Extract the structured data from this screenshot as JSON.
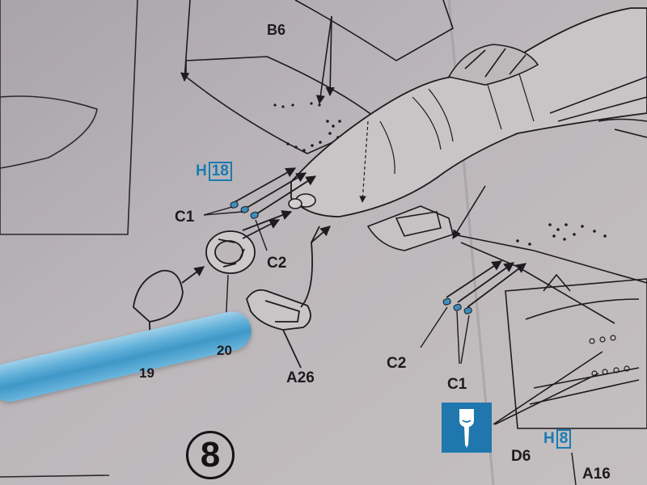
{
  "labels": {
    "b6": "B6",
    "h18_prefix": "H",
    "h18_num": "18",
    "c1_left": "C1",
    "c2_mid": "C2",
    "a26": "A26",
    "c2_right": "C2",
    "c1_right": "C1",
    "d6": "D6",
    "h8_prefix": "H",
    "h8_num": "8",
    "a16": "A16",
    "partial_20": "20",
    "partial_19": "19"
  },
  "step": {
    "number": "8"
  },
  "colors": {
    "paper": "#b7b2b6",
    "ink": "#1d1b1f",
    "instruction_blue": "#1a7bb2",
    "marker_blue": "#4fa3d2"
  }
}
